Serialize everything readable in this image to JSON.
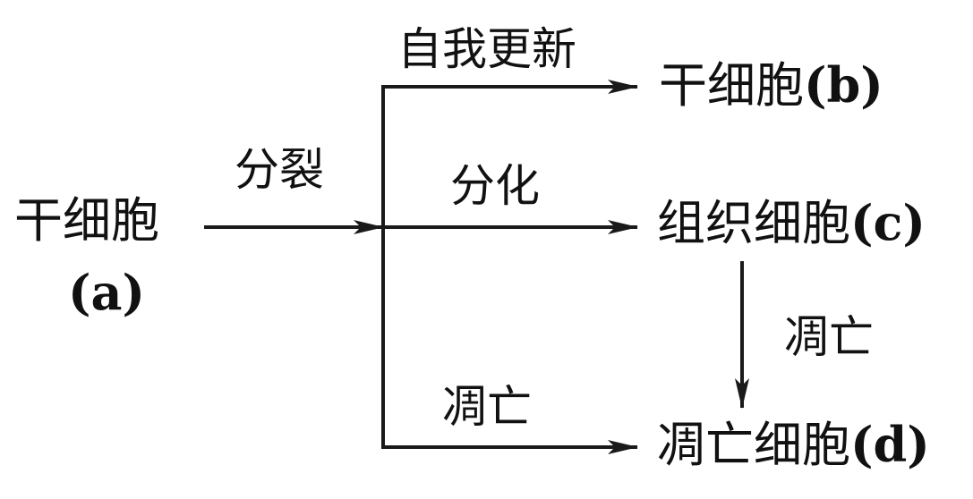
{
  "nodes": {
    "a": {
      "name": "干细胞",
      "tag": "(a)"
    },
    "b": {
      "name": "干细胞",
      "tag": "(b)"
    },
    "c": {
      "name": "组织细胞",
      "tag": "(c)"
    },
    "d": {
      "name": "凋亡细胞",
      "tag": "(d)"
    }
  },
  "edges": {
    "division": "分裂",
    "self_renewal": "自我更新",
    "differentiation": "分化",
    "apoptosis_main": "凋亡",
    "apoptosis_side": "凋亡"
  },
  "colors": {
    "line": "#1a1a1a",
    "text": "#111111"
  }
}
